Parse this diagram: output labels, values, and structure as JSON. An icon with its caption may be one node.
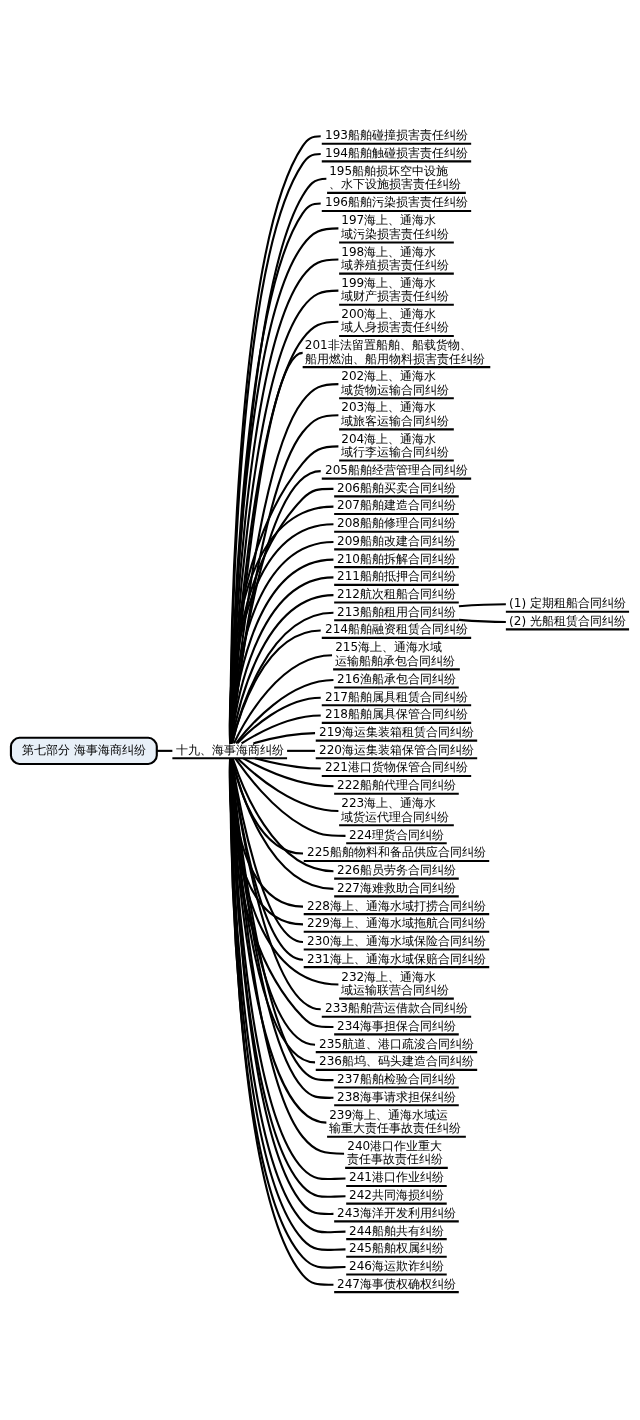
{
  "diagram": {
    "nodes": [
      {
        "text": [
          "第七部分 海事海商纠纷"
        ]
      },
      {
        "text": [
          "十九、海事海商纠纷"
        ]
      },
      {
        "text": [
          "193船舶碰撞损害责任纠纷"
        ]
      },
      {
        "text": [
          "194船舶触碰损害责任纠纷"
        ]
      },
      {
        "text": [
          "195船舶损坏空中设施、水下设施损害责任纠纷"
        ]
      },
      {
        "text": [
          "196船舶污染损害责任纠纷"
        ]
      },
      {
        "text": [
          "197海上、通海水域污染损害责任纠纷"
        ]
      },
      {
        "text": [
          "198海上、通海水域养殖损害责任纠纷"
        ]
      },
      {
        "text": [
          "199海上、通海水域财产损害责任纠纷"
        ]
      },
      {
        "text": [
          "200海上、通海水域人身损害责任纠纷"
        ]
      },
      {
        "text": [
          "201非法留置船舶、船载货物、船用燃油、船用物料损害责任纠纷"
        ]
      },
      {
        "text": [
          "202海上、通海水域货物运输合同纠纷"
        ]
      },
      {
        "text": [
          "203海上、通海水域旅客运输合同纠纷"
        ]
      },
      {
        "text": [
          "204海上、通海水域行李运输合同纠纷"
        ]
      },
      {
        "text": [
          "205船舶经营管理合同纠纷"
        ]
      },
      {
        "text": [
          "206船舶买卖合同纠纷"
        ]
      },
      {
        "text": [
          "207船舶建造合同纠纷"
        ]
      },
      {
        "text": [
          "208船舶修理合同纠纷"
        ]
      },
      {
        "text": [
          "209船舶改建合同纠纷"
        ]
      },
      {
        "text": [
          "210船舶拆解合同纠纷"
        ]
      },
      {
        "text": [
          "211船舶抵押合同纠纷"
        ]
      },
      {
        "text": [
          "212航次租船合同纠纷"
        ]
      },
      {
        "text": [
          "213船舶租用合同纠纷"
        ]
      },
      {
        "text": [
          "(1) 定期租船合同纠纷"
        ]
      },
      {
        "text": [
          "(2) 光船租赁合同纠纷"
        ]
      },
      {
        "text": [
          "214船舶融资租赁合同纠纷"
        ]
      },
      {
        "text": [
          "215海上、通海水域运输船舶承包合同纠纷"
        ]
      },
      {
        "text": [
          "216渔船承包合同纠纷"
        ]
      },
      {
        "text": [
          "217船舶属具租赁合同纠纷"
        ]
      },
      {
        "text": [
          "218船舶属具保管合同纠纷"
        ]
      },
      {
        "text": [
          "219海运集装箱租赁合同纠纷"
        ]
      },
      {
        "text": [
          "220海运集装箱保管合同纠纷"
        ]
      },
      {
        "text": [
          "221港口货物保管合同纠纷"
        ]
      },
      {
        "text": [
          "222船舶代理合同纠纷"
        ]
      },
      {
        "text": [
          "223海上、通海水域货运代理合同纠纷"
        ]
      },
      {
        "text": [
          "224理货合同纠纷"
        ]
      },
      {
        "text": [
          "225船舶物料和备品供应合同纠纷"
        ]
      },
      {
        "text": [
          "226船员劳务合同纠纷"
        ]
      },
      {
        "text": [
          "227海难救助合同纠纷"
        ]
      },
      {
        "text": [
          "228海上、通海水域打捞合同纠纷"
        ]
      },
      {
        "text": [
          "229海上、通海水域拖航合同纠纷"
        ]
      },
      {
        "text": [
          "230海上、通海水域保险合同纠纷"
        ]
      },
      {
        "text": [
          "231海上、通海水域保赔合同纠纷"
        ]
      },
      {
        "text": [
          "232海上、通海水域运输联营合同纠纷"
        ]
      },
      {
        "text": [
          "233船舶营运借款合同纠纷"
        ]
      },
      {
        "text": [
          "234海事担保合同纠纷"
        ]
      },
      {
        "text": [
          "235航道、港口疏浚合同纠纷"
        ]
      },
      {
        "text": [
          "236船坞、码头建造合同纠纷"
        ]
      },
      {
        "text": [
          "237船舶检验合同纠纷"
        ]
      },
      {
        "text": [
          "238海事请求担保纠纷"
        ]
      },
      {
        "text": [
          "239海上、通海水域运输重大责任事故责任纠纷"
        ]
      },
      {
        "text": [
          "240港口作业重大责任事故责任纠纷"
        ]
      },
      {
        "text": [
          "241港口作业纠纷"
        ]
      },
      {
        "text": [
          "242共同海损纠纷"
        ]
      },
      {
        "text": [
          "243海洋开发利用纠纷"
        ]
      },
      {
        "text": [
          "244船舶共有纠纷"
        ]
      },
      {
        "text": [
          "245船舶权属纠纷"
        ]
      },
      {
        "text": [
          "246海运欺诈纠纷"
        ]
      },
      {
        "text": [
          "247海事债权确权纠纷"
        ]
      }
    ],
    "edges": [
      {
        "from": 0,
        "to": 1,
        "arrow": "none"
      },
      {
        "from": 1,
        "to": 2,
        "arrow": "none"
      },
      {
        "from": 1,
        "to": 3,
        "arrow": "none"
      },
      {
        "from": 1,
        "to": 4,
        "arrow": "none"
      },
      {
        "from": 1,
        "to": 5,
        "arrow": "none"
      },
      {
        "from": 1,
        "to": 6,
        "arrow": "none"
      },
      {
        "from": 1,
        "to": 7,
        "arrow": "none"
      },
      {
        "from": 1,
        "to": 8,
        "arrow": "none"
      },
      {
        "from": 1,
        "to": 9,
        "arrow": "none"
      },
      {
        "from": 1,
        "to": 10,
        "arrow": "none"
      },
      {
        "from": 1,
        "to": 11,
        "arrow": "none"
      },
      {
        "from": 1,
        "to": 12,
        "arrow": "none"
      },
      {
        "from": 1,
        "to": 13,
        "arrow": "none"
      },
      {
        "from": 1,
        "to": 14,
        "arrow": "none"
      },
      {
        "from": 1,
        "to": 15,
        "arrow": "none"
      },
      {
        "from": 1,
        "to": 16,
        "arrow": "none"
      },
      {
        "from": 1,
        "to": 17,
        "arrow": "none"
      },
      {
        "from": 1,
        "to": 18,
        "arrow": "none"
      },
      {
        "from": 1,
        "to": 19,
        "arrow": "none"
      },
      {
        "from": 1,
        "to": 20,
        "arrow": "none"
      },
      {
        "from": 1,
        "to": 21,
        "arrow": "none"
      },
      {
        "from": 1,
        "to": 22,
        "arrow": "none"
      },
      {
        "from": 22,
        "to": 23,
        "arrow": "none"
      },
      {
        "from": 22,
        "to": 24,
        "arrow": "none"
      },
      {
        "from": 1,
        "to": 25,
        "arrow": "none"
      },
      {
        "from": 1,
        "to": 26,
        "arrow": "none"
      },
      {
        "from": 1,
        "to": 27,
        "arrow": "none"
      },
      {
        "from": 1,
        "to": 28,
        "arrow": "none"
      },
      {
        "from": 1,
        "to": 29,
        "arrow": "none"
      },
      {
        "from": 1,
        "to": 30,
        "arrow": "none"
      },
      {
        "from": 1,
        "to": 31,
        "arrow": "none"
      },
      {
        "from": 1,
        "to": 32,
        "arrow": "none"
      },
      {
        "from": 1,
        "to": 33,
        "arrow": "none"
      },
      {
        "from": 1,
        "to": 34,
        "arrow": "none"
      },
      {
        "from": 1,
        "to": 35,
        "arrow": "none"
      },
      {
        "from": 1,
        "to": 36,
        "arrow": "none"
      },
      {
        "from": 1,
        "to": 37,
        "arrow": "none"
      },
      {
        "from": 1,
        "to": 38,
        "arrow": "none"
      },
      {
        "from": 1,
        "to": 39,
        "arrow": "none"
      },
      {
        "from": 1,
        "to": 40,
        "arrow": "none"
      },
      {
        "from": 1,
        "to": 41,
        "arrow": "none"
      },
      {
        "from": 1,
        "to": 42,
        "arrow": "none"
      },
      {
        "from": 1,
        "to": 43,
        "arrow": "none"
      },
      {
        "from": 1,
        "to": 44,
        "arrow": "none"
      },
      {
        "from": 1,
        "to": 45,
        "arrow": "none"
      },
      {
        "from": 1,
        "to": 46,
        "arrow": "none"
      },
      {
        "from": 1,
        "to": 47,
        "arrow": "none"
      },
      {
        "from": 1,
        "to": 48,
        "arrow": "none"
      },
      {
        "from": 1,
        "to": 49,
        "arrow": "none"
      },
      {
        "from": 1,
        "to": 50,
        "arrow": "none"
      },
      {
        "from": 1,
        "to": 51,
        "arrow": "none"
      },
      {
        "from": 1,
        "to": 52,
        "arrow": "none"
      },
      {
        "from": 1,
        "to": 53,
        "arrow": "none"
      },
      {
        "from": 1,
        "to": 54,
        "arrow": "none"
      },
      {
        "from": 1,
        "to": 55,
        "arrow": "none"
      },
      {
        "from": 1,
        "to": 56,
        "arrow": "none"
      },
      {
        "from": 1,
        "to": 57,
        "arrow": "none"
      },
      {
        "from": 1,
        "to": 58,
        "arrow": "none"
      }
    ]
  }
}
